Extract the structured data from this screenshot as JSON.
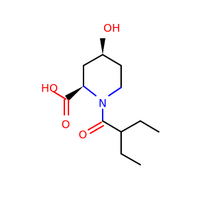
{
  "atoms": {
    "hydroxyl": {
      "text": "OH",
      "color": "#ff0000"
    },
    "acid_oh": {
      "text": "HO",
      "color": "#ff0000"
    },
    "acid_o": {
      "text": "O",
      "color": "#ff0000"
    },
    "nitrogen": {
      "text": "N",
      "color": "#0000ff"
    },
    "amide_o": {
      "text": "O",
      "color": "#ff0000"
    }
  }
}
